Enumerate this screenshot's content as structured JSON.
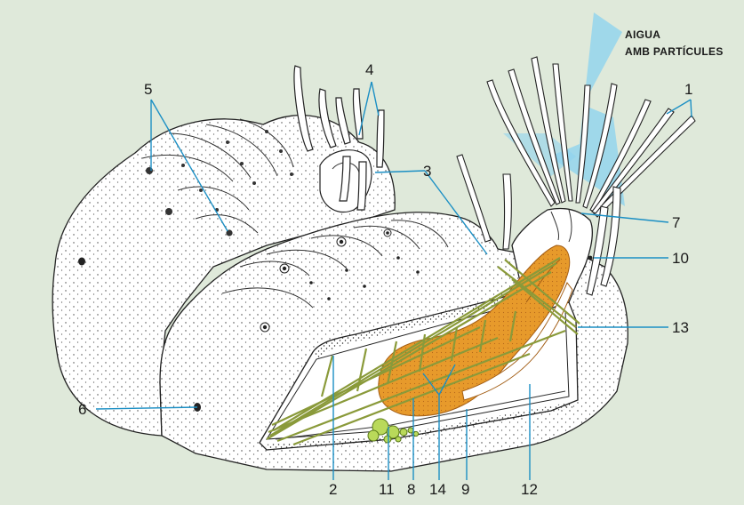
{
  "caption": {
    "line1": "AIGUA",
    "line2": "AMB PARTÍCULES"
  },
  "labels": {
    "l1": "1",
    "l2": "2",
    "l3": "3",
    "l4": "4",
    "l5": "5",
    "l6": "6",
    "l7": "7",
    "l8": "8",
    "l9": "9",
    "l10": "10",
    "l11": "11",
    "l12": "12",
    "l13": "13",
    "l14": "14"
  },
  "colors": {
    "background": "#dfe9da",
    "leader_lines": "#1b8fc4",
    "water_arrow": "#8fd3ee",
    "gut": "#e79a2b",
    "muscle_bands": "#8a9a3a",
    "body": "#ffffff",
    "outline": "#222222"
  }
}
